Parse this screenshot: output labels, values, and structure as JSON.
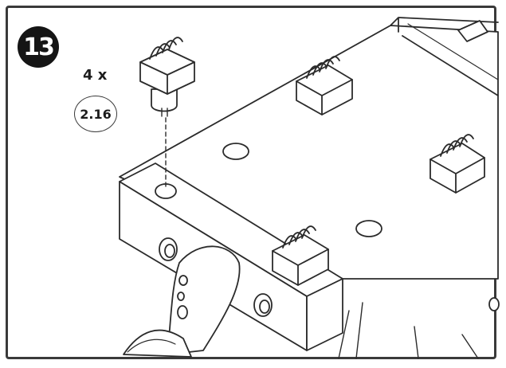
{
  "step": {
    "number": "13",
    "quantity": "4 x",
    "part_number": "2.16"
  },
  "illustration": {
    "part_icon": "connector-clip-icon",
    "target": "board-with-connectors",
    "line_color": "#2b2b2b",
    "fill_color": "#ffffff"
  }
}
